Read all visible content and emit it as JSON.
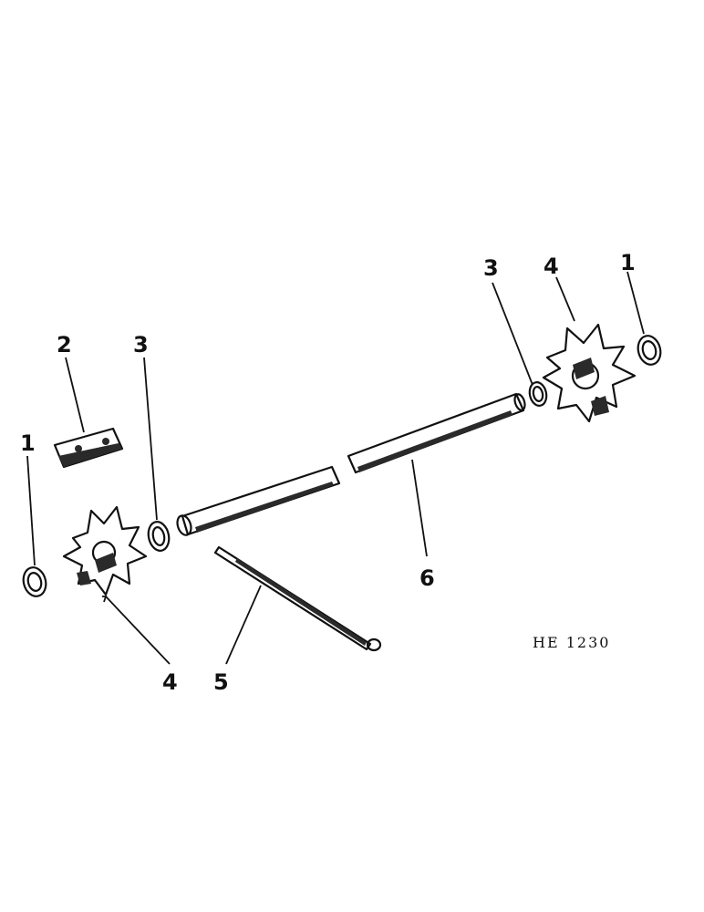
{
  "diagram": {
    "reference_code": "HE 1230",
    "callouts": {
      "left_retaining_ring": "1",
      "left_plate": "2",
      "left_washer": "3",
      "left_sprocket": "4",
      "rod": "5",
      "shaft": "6",
      "right_washer": "3",
      "right_sprocket": "4",
      "right_retaining_ring": "1"
    }
  }
}
